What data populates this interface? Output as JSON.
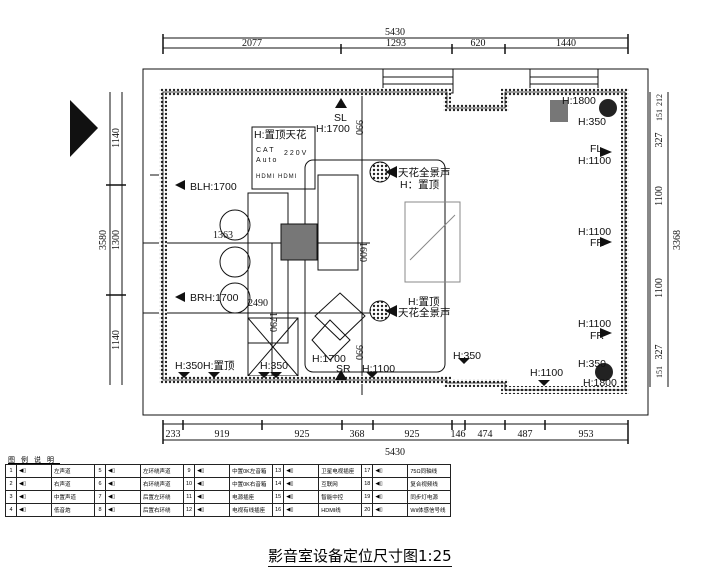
{
  "title": "影音室设备定位尺寸图1:25",
  "dims": {
    "top_total": "5430",
    "top": [
      "2077",
      "1293",
      "620",
      "1440"
    ],
    "bottom": [
      "233",
      "919",
      "925",
      "368",
      "925",
      "146",
      "474",
      "487",
      "953"
    ],
    "bottom_total": "5430",
    "left": [
      "1140",
      "1300",
      "1140"
    ],
    "left_total": "3580",
    "right": [
      "212",
      "151",
      "327",
      "1100",
      "1100",
      "327",
      "151"
    ],
    "right_total": "3368",
    "inner": [
      "1363",
      "1600",
      "2490",
      "1790",
      "990",
      "990"
    ]
  },
  "labels": {
    "sl": "SL",
    "sl_h": "H:1700",
    "bl": "BLH:1700",
    "br": "BRH:1700",
    "fl": "FL",
    "fl_h": "H:1100",
    "fr1_h": "H:1100",
    "fr1": "FR",
    "fr2_h": "H:1100",
    "fr2": "FR",
    "h1800a": "H:1800",
    "h350a": "H:350",
    "h350b": "H:350",
    "h1800b": "H:1800",
    "sr": "SR",
    "sr_h": "H:1700",
    "h1100a": "H:1100",
    "h1100b": "H:1100",
    "h350c": "H:350",
    "h350d": "H:350",
    "h350e": "H:350",
    "hzd": "H:置顶",
    "box_title": "H:置顶天花",
    "cat": "CAT",
    "v220": "220V",
    "auto": "Auto",
    "hdmi": "HDMI HDMI",
    "atmos1": "天花全景声",
    "atmos1_h": "H：置顶",
    "atmos2_h": "H:置顶",
    "atmos2": "天花全景声"
  },
  "legend": {
    "title": "图例说明",
    "rows": [
      [
        {
          "n": "1",
          "l": "左声道"
        },
        {
          "n": "5",
          "l": "左环绕声道"
        },
        {
          "n": "9",
          "l": "中置0K左音箱"
        },
        {
          "n": "13",
          "l": "卫星电视插座"
        },
        {
          "n": "17",
          "l": "75Ω同轴线"
        }
      ],
      [
        {
          "n": "2",
          "l": "右声道"
        },
        {
          "n": "6",
          "l": "右环绕声道"
        },
        {
          "n": "10",
          "l": "中置0K右音箱"
        },
        {
          "n": "14",
          "l": "互联网"
        },
        {
          "n": "18",
          "l": "复合视频线"
        }
      ],
      [
        {
          "n": "3",
          "l": "中置声道"
        },
        {
          "n": "7",
          "l": "后置左环绕"
        },
        {
          "n": "11",
          "l": "电源插座"
        },
        {
          "n": "15",
          "l": "智能中控"
        },
        {
          "n": "19",
          "l": "同步灯电源"
        }
      ],
      [
        {
          "n": "4",
          "l": "低音炮"
        },
        {
          "n": "8",
          "l": "后置右环绕"
        },
        {
          "n": "12",
          "l": "电视有线插座"
        },
        {
          "n": "16",
          "l": "HDMI线"
        },
        {
          "n": "20",
          "l": "Wii体感信号线"
        }
      ]
    ]
  }
}
